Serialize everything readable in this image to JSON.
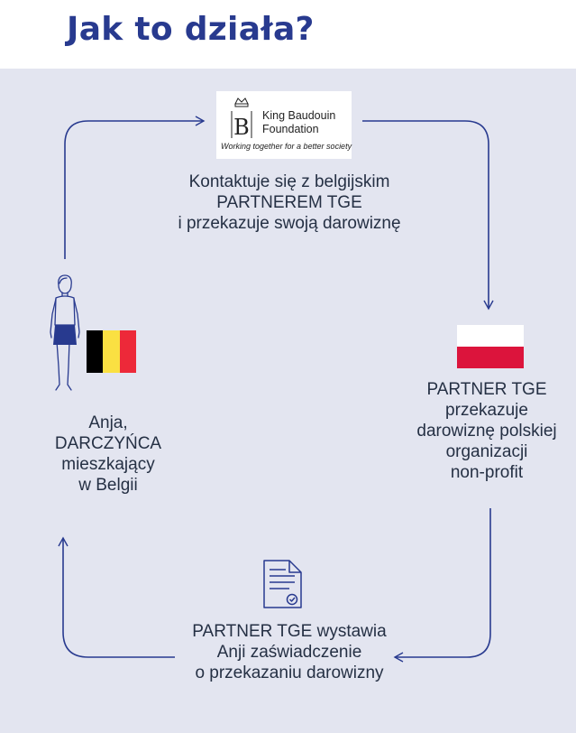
{
  "title": "Jak to działa?",
  "colors": {
    "title": "#283a8f",
    "panel_background": "#e3e5f0",
    "arrow": "#283a8f",
    "text": "#253044",
    "belgium_flag": [
      "#000000",
      "#fae042",
      "#ed2939"
    ],
    "poland_flag": [
      "#ffffff",
      "#dc143c"
    ]
  },
  "logo": {
    "name_line1": "King Baudouin",
    "name_line2": "Foundation",
    "tagline": "Working together for a better society"
  },
  "steps": {
    "contact": [
      "Kontaktuje się z belgijskim",
      "PARTNEREM TGE",
      "i przekazuje swoją darowiznę"
    ],
    "partner": [
      "PARTNER TGE",
      "przekazuje",
      "darowiznę polskiej",
      "organizacji",
      "non-profit"
    ],
    "certificate": [
      "PARTNER TGE wystawia",
      "Anji zaświadczenie",
      "o przekazaniu darowizny"
    ],
    "donor": [
      "Anja,",
      "DARCZYŃCA",
      "mieszkający",
      "w Belgii"
    ]
  },
  "icons": {
    "donor": "woman-figure-icon",
    "belgium": "belgium-flag-icon",
    "poland": "poland-flag-icon",
    "document": "certificate-document-icon",
    "logo": "king-baudouin-foundation-logo"
  }
}
